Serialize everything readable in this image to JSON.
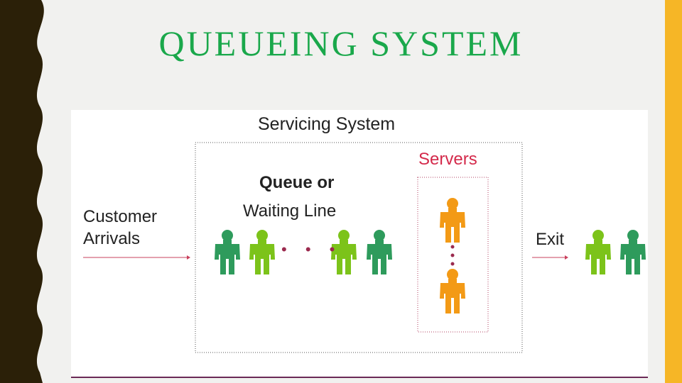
{
  "slide": {
    "title": "QUEUEING  SYSTEM",
    "colors": {
      "title": "#1aa84b",
      "right_bar": "#f6b626",
      "left_border": "#2b2008"
    }
  },
  "diagram": {
    "servicing_system_label": "Servicing  System",
    "servers_label": "Servers",
    "queue_label_line1": "Queue or",
    "queue_label_line2": "Waiting Line",
    "arrivals_label": "Customer\nArrivals",
    "exit_label": "Exit",
    "ellipsis": "• • •",
    "colors": {
      "customer_dark_green": "#2e9b5c",
      "customer_light_green": "#7cc31a",
      "server_orange": "#f39a16",
      "servers_label": "#d42a4b"
    }
  }
}
